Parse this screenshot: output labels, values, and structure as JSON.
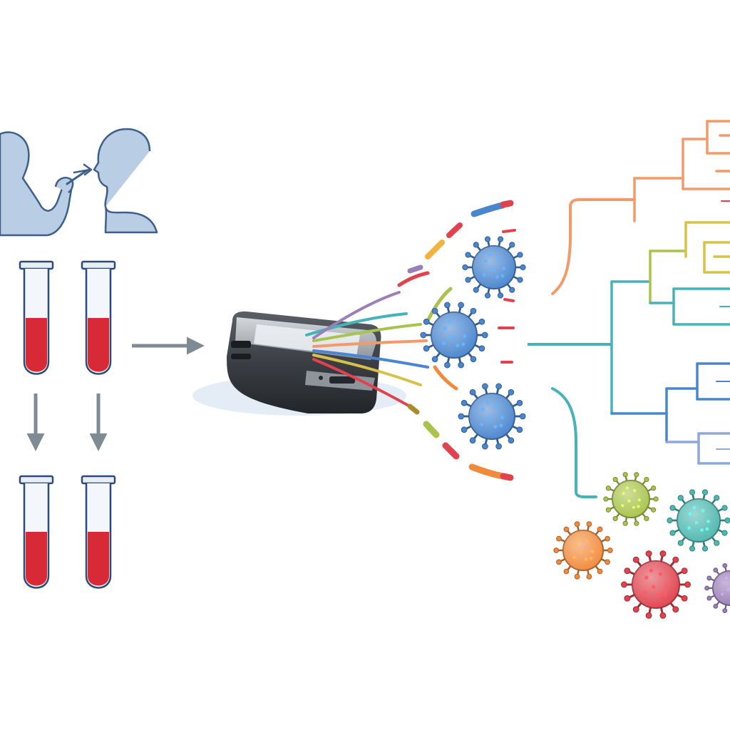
{
  "diagram": {
    "stages": [
      {
        "id": "sample-collection",
        "icon": "nasal-swab-icon"
      },
      {
        "id": "sample-tubes",
        "icon": "blood-tube-icon"
      },
      {
        "id": "sequencing",
        "icon": "portable-sequencer-icon"
      },
      {
        "id": "sequence-reads",
        "icon": "dna-read-fragments-icon"
      },
      {
        "id": "phylogenetic-analysis",
        "icon": "phylogenetic-tree-icon"
      },
      {
        "id": "variant-identification",
        "icon": "virus-variant-icon"
      }
    ],
    "colors": {
      "person": "#b9cde4",
      "person_outline": "#3d5f8a",
      "blood": "#d82a36",
      "tube_outline": "#2e4a78",
      "arrow": "#7e8b92",
      "sequencer_body": "#3b3f44",
      "sequencer_trim": "#a9adb2",
      "virus_blue": "#4a86cf",
      "tree_orange": "#f39a6b",
      "tree_yellow": "#d6c24a",
      "tree_teal": "#46b3b9",
      "tree_blue": "#4a86cf",
      "variant_green": "#a9c34c",
      "variant_teal": "#4fb8b0",
      "variant_orange": "#f28a3c",
      "variant_red": "#e0434e",
      "variant_purple": "#9b7fb8"
    }
  }
}
